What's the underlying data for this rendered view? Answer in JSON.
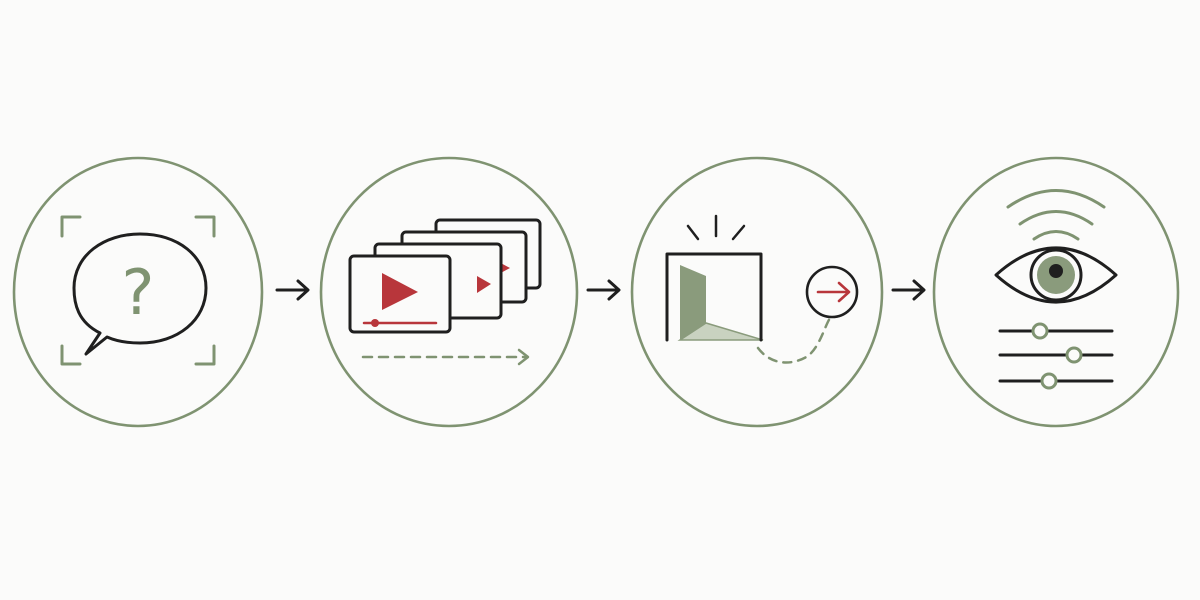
{
  "diagram": {
    "steps": [
      {
        "name": "question",
        "icon": "question-speech-bubble-icon"
      },
      {
        "name": "video-sequence",
        "icon": "stacked-video-frames-icon"
      },
      {
        "name": "exit",
        "icon": "open-door-exit-icon"
      },
      {
        "name": "observe-adjust",
        "icon": "eye-with-sliders-icon"
      }
    ],
    "connector_icon": "right-arrow-icon",
    "question_glyph": "?"
  },
  "colors": {
    "background": "#fbfbfa",
    "circle_outline": "#7f9371",
    "ink": "#1f1f1f",
    "sage": "#7f9371",
    "sage_fill": "#8a9b7c",
    "sage_light": "#c9d2c0",
    "accent_red": "#b8363b"
  }
}
